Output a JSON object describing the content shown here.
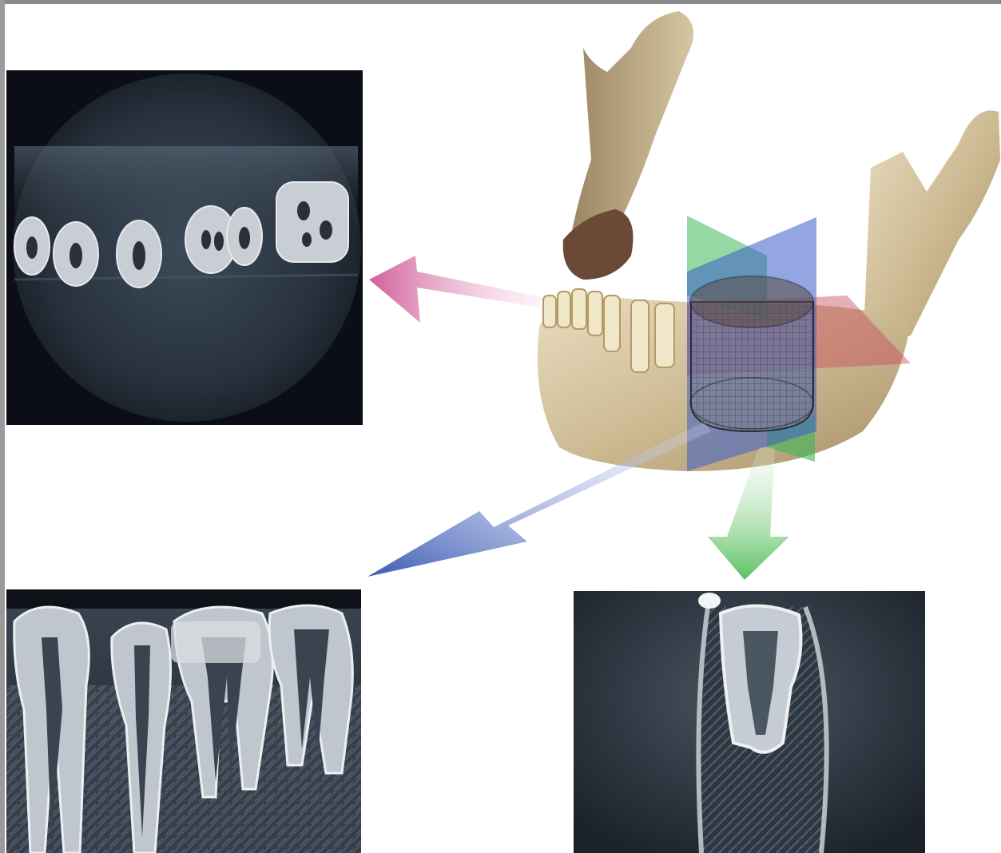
{
  "figure": {
    "views": [
      {
        "id": "axial",
        "kind": "axial-ct-slice"
      },
      {
        "id": "sagittal",
        "kind": "sagittal-ct-slice"
      },
      {
        "id": "cross-sectional",
        "kind": "cross-sectional-ct-slice"
      }
    ],
    "model": {
      "kind": "mandible-3d-with-cylindrical-field-of-view"
    },
    "arrows": [
      {
        "to": "axial",
        "color": "#d0609a"
      },
      {
        "to": "sagittal",
        "color": "#3c5cb4"
      },
      {
        "to": "cross-sectional",
        "color": "#5cc060"
      }
    ],
    "plane_colors": {
      "axial": "#c84c5a",
      "sagittal": "#3a5cc8",
      "coronal": "#3cb85a"
    }
  }
}
